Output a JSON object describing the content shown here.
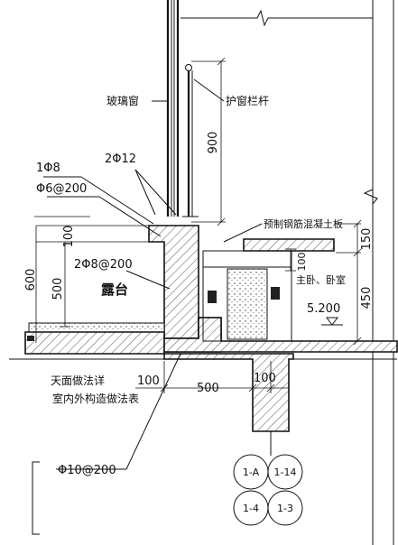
{
  "labels": {
    "glass_window": "玻璃窗",
    "window_rail": "护窗栏杆",
    "rebar_1phi8": "1Φ8",
    "rebar_2phi12": "2Φ12",
    "rebar_phi6_200": "Φ6@200",
    "rebar_2phi8_200": "2Φ8@200",
    "terrace": "露台",
    "precast_slab": "预制钢筋混凝土板",
    "bedroom": "主卧、卧室",
    "roof_method": "天面做法详",
    "construction_table": "室内外构造做法表",
    "rebar_phi10_200": "Φ10@200",
    "elevation": "5.200"
  },
  "dimensions": {
    "d900": "900",
    "d100_top": "100",
    "d600": "600",
    "d500_vertical": "500",
    "d150": "150",
    "d100_right": "100",
    "d450": "450",
    "d100_bottom_left": "100",
    "d500_bottom": "500",
    "d100_bottom_right": "100"
  },
  "detail_circles": {
    "c1": "1-A",
    "c2": "1-14",
    "c3": "1-4",
    "c4": "1-3"
  }
}
